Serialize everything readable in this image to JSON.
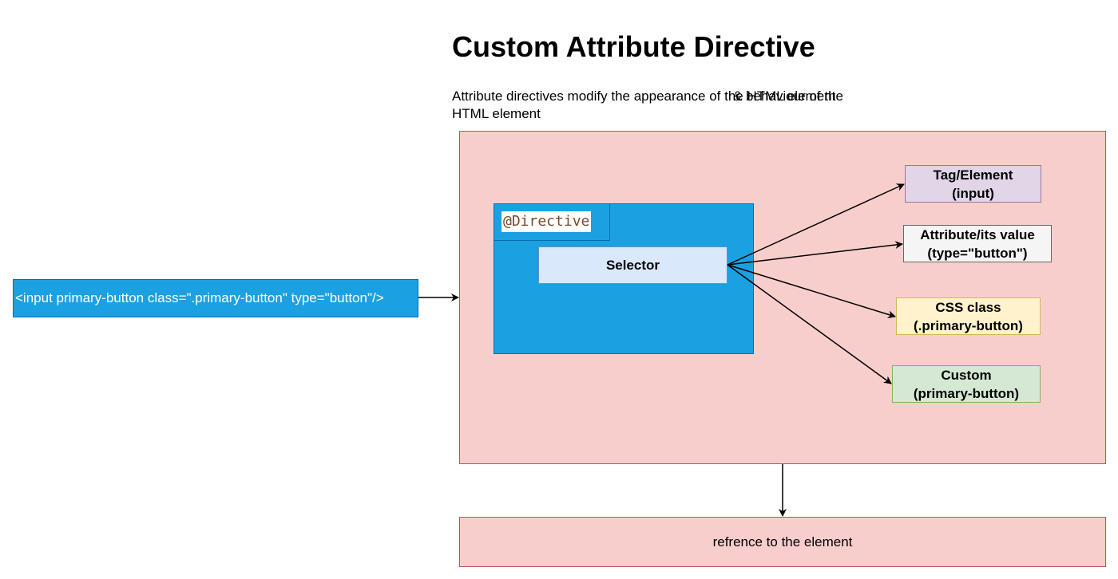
{
  "title": "Custom Attribute Directive",
  "subtitle": {
    "line1a": "Attribute directives modify the appearance of the HTML element",
    "line1b": "& behaviour of the",
    "line2": "HTML element"
  },
  "input_element": "<input primary-button class=\".primary-button\" type=\"button\"/>",
  "directive_label": "@Directive",
  "selector_label": "Selector",
  "selector_options": [
    {
      "line1": "Tag/Element",
      "line2": "(input)"
    },
    {
      "line1": "Attribute/its value",
      "line2": "(type=\"button\")"
    },
    {
      "line1": "CSS class",
      "line2": "(.primary-button)"
    },
    {
      "line1": "Custom",
      "line2": "(primary-button)"
    }
  ],
  "reference_label": "refrence to the element",
  "colors": {
    "container_fill": "#f8cecc",
    "container_border": "#b85450",
    "directive_fill": "#1ba1e2",
    "selector_fill": "#dae8fc",
    "tag_fill": "#e1d5e7",
    "attr_fill": "#f5f5f5",
    "css_fill": "#fff2cc",
    "custom_fill": "#d5e8d4"
  }
}
